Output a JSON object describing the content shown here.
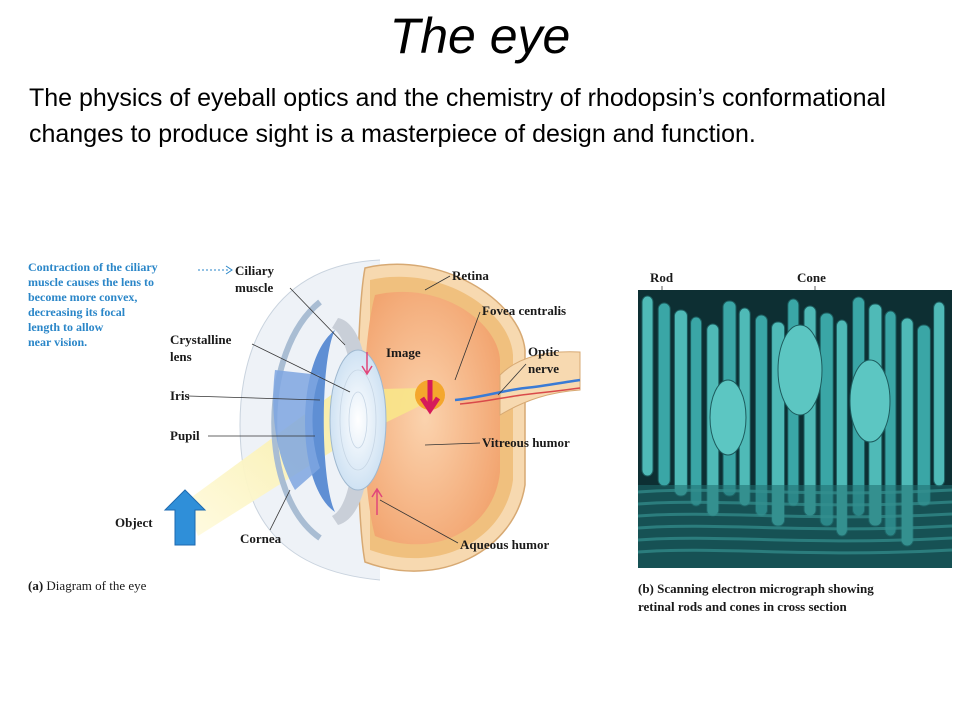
{
  "title": "The eye",
  "intro": "The physics of eyeball optics and the chemistry of rhodopsin’s conformational changes to produce sight is a masterpiece of design and function.",
  "diagram_a": {
    "note_lines": [
      "Contraction of the ciliary",
      "muscle causes the lens to",
      "become more convex,",
      "decreasing its focal",
      "length to allow",
      "near vision."
    ],
    "labels": {
      "ciliary_1": "Ciliary",
      "ciliary_2": "muscle",
      "crystalline_1": "Crystalline",
      "crystalline_2": "lens",
      "iris": "Iris",
      "pupil": "Pupil",
      "object": "Object",
      "cornea": "Cornea",
      "retina": "Retina",
      "fovea": "Fovea centralis",
      "image": "Image",
      "optic_1": "Optic",
      "optic_2": "nerve",
      "vitreous": "Vitreous humor",
      "aqueous": "Aqueous humor"
    },
    "caption_bold": "(a)",
    "caption_text": " Diagram of the eye"
  },
  "micrograph_b": {
    "rod": "Rod",
    "cone": "Cone",
    "caption_line1_bold": "(b)",
    "caption_line1": " Scanning electron micrograph showing",
    "caption_line2": "retinal rods and cones in cross section"
  },
  "colors": {
    "note_blue": "#2a86c8",
    "vitreous": "#f6b98a",
    "iris_blue": "#5f8fd4",
    "light_beam": "#fbf3b8",
    "sem_teal": "#3aa6a6"
  }
}
